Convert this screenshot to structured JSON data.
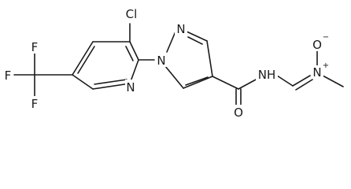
{
  "molecule": {
    "atoms": {
      "cl": "Cl",
      "f_top": "F",
      "f_left": "F",
      "f_bottom": "F",
      "n_pyridine": "N",
      "n_pyrazole1": "N",
      "n_pyrazole2": "N",
      "nh": "NH",
      "o_carbonyl": "O",
      "n_oxide": "N",
      "n_oxide_charge": "+",
      "o_oxide": "O",
      "o_oxide_charge": "−"
    }
  }
}
